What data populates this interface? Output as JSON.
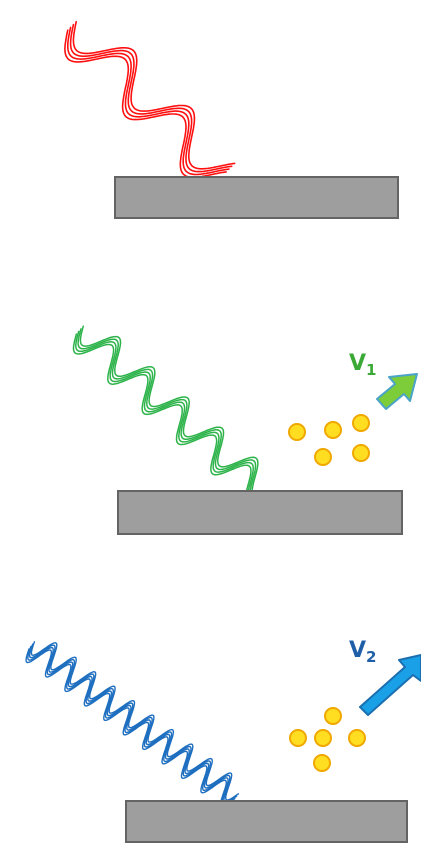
{
  "colors": {
    "red_light": "#ff1010",
    "green_light": "#2db34a",
    "blue_light": "#1f6fc0",
    "metal_fill": "#9e9e9e",
    "metal_stroke": "#646464",
    "electron_fill": "#ffde21",
    "electron_stroke": "#f0a800",
    "green_arrow_fill": "#7dcc3a",
    "green_arrow_stroke": "#4aa3c9",
    "blue_arrow_fill": "#1aa0e6",
    "blue_arrow_stroke": "#1b6fb0",
    "v1_label_color": "#3aa935",
    "v2_label_color": "#1f5fa8"
  },
  "panels": [
    {
      "id": "red",
      "light_color_name": "red",
      "ejects_electrons": false
    },
    {
      "id": "green",
      "light_color_name": "green",
      "ejects_electrons": true,
      "velocity_label": {
        "main": "V",
        "sub": "1"
      }
    },
    {
      "id": "blue",
      "light_color_name": "blue",
      "ejects_electrons": true,
      "velocity_label": {
        "main": "V",
        "sub": "2"
      }
    }
  ]
}
